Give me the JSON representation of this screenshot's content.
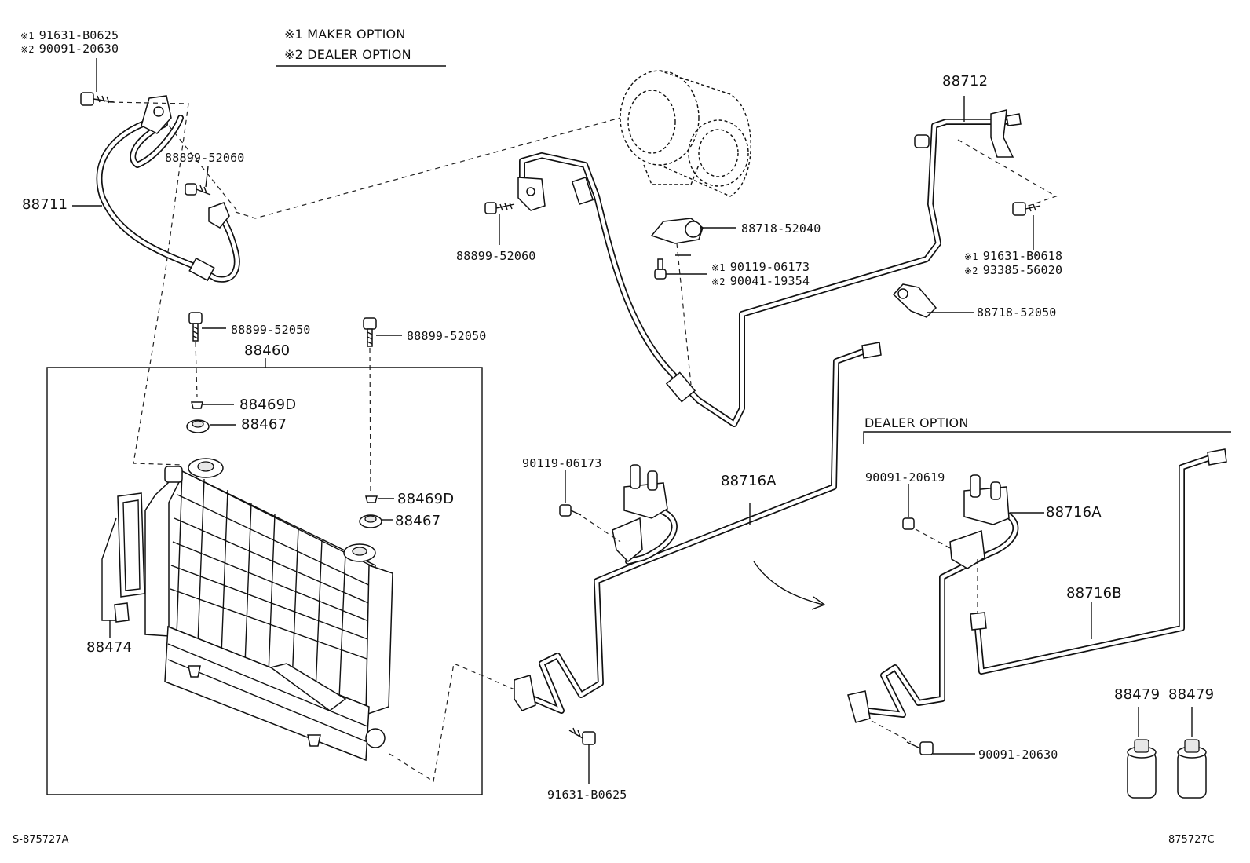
{
  "legend": {
    "option1": "※1 MAKER OPTION",
    "option2": "※2 DEALER OPTION"
  },
  "top_left_bolt": {
    "mark1": "※1",
    "part1": "91631-B0625",
    "mark2": "※2",
    "part2": "90091-20630"
  },
  "parts": {
    "p88711": "88711",
    "p88899_52060_a": "88899-52060",
    "p88899_52060_b": "88899-52060",
    "p88899_52050_a": "88899-52050",
    "p88899_52050_b": "88899-52050",
    "p88460": "88460",
    "p88469d_a": "88469D",
    "p88467_a": "88467",
    "p88469d_b": "88469D",
    "p88467_b": "88467",
    "p88474": "88474",
    "p88718_52040": "88718-52040",
    "bracket_bolt_mark1": "※1",
    "bracket_bolt_part1": "90119-06173",
    "bracket_bolt_mark2": "※2",
    "bracket_bolt_part2": "90041-19354",
    "p88712": "88712",
    "right_bolt_mark1": "※1",
    "right_bolt_part1": "91631-B0618",
    "right_bolt_mark2": "※2",
    "right_bolt_part2": "93385-56020",
    "p88718_52050": "88718-52050",
    "p90119_06173": "90119-06173",
    "p88716a_a": "88716A",
    "p91631_b0625": "91631-B0625",
    "dealer_option": "DEALER OPTION",
    "p90091_20619": "90091-20619",
    "p88716a_b": "88716A",
    "p88716b": "88716B",
    "p90091_20630": "90091-20630",
    "p88479_a": "88479",
    "p88479_b": "88479"
  },
  "footer": {
    "ref_left": "S-875727A",
    "ref_right": "875727C"
  }
}
